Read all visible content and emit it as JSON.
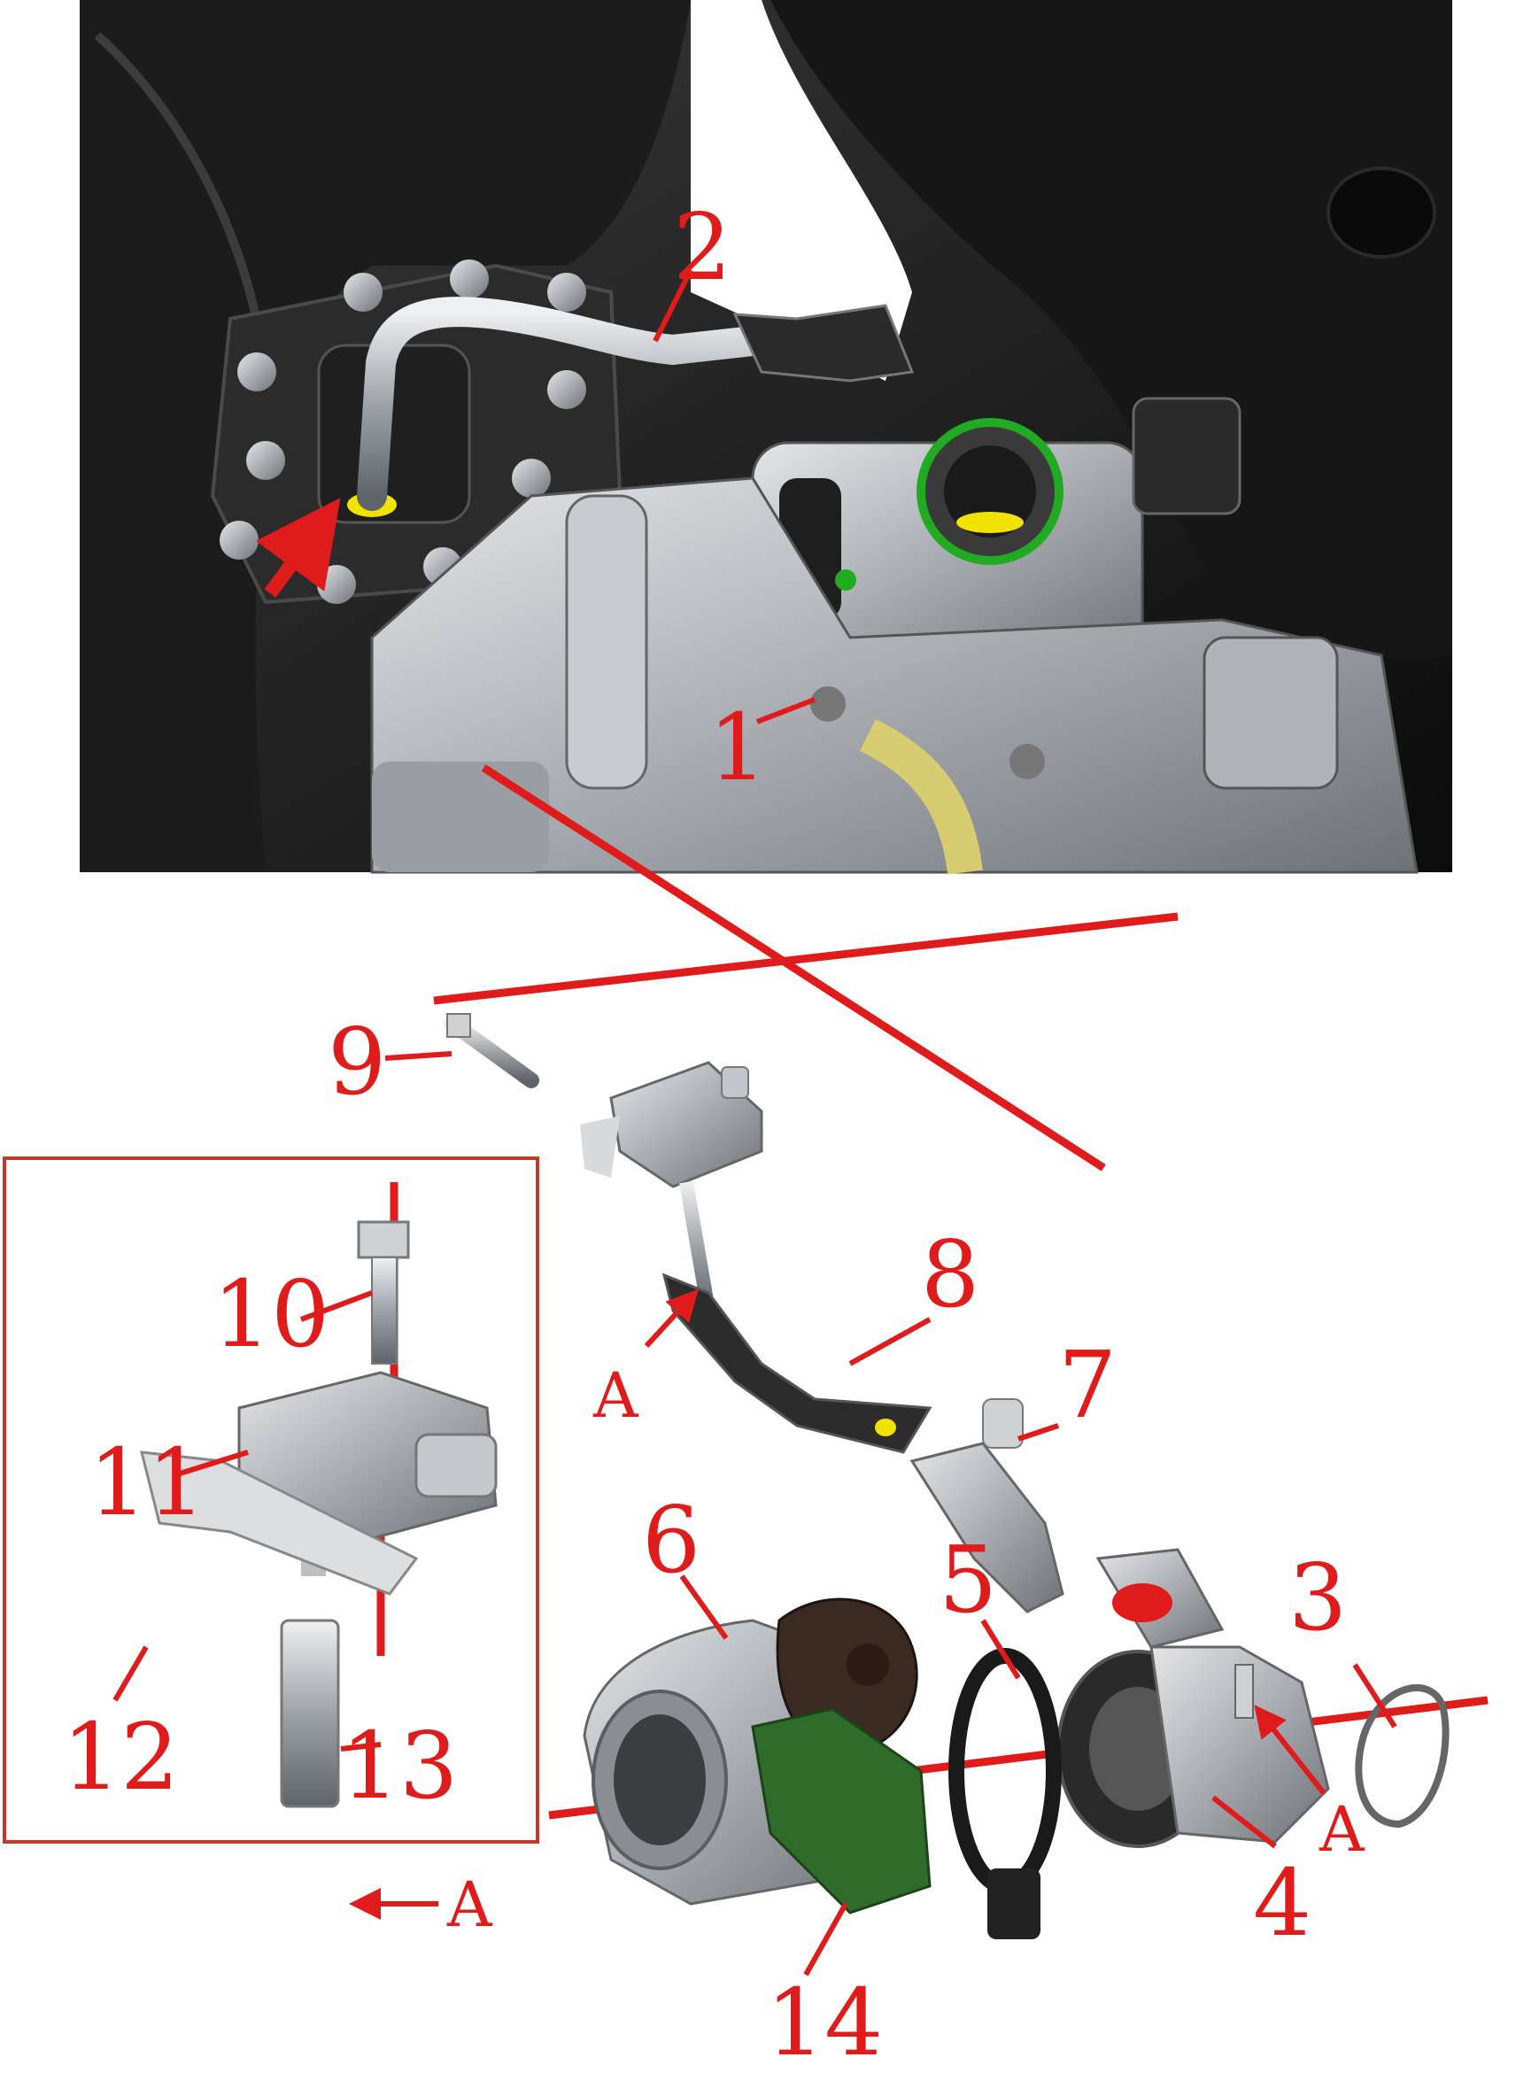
{
  "colors": {
    "callout": "#e01b1b",
    "engine_bay_bg": "#111111",
    "metal": "#b9bcc0",
    "dark_part": "#3a2a22",
    "sensor_green": "#2f6b2a",
    "seal_green": "#22aa22",
    "seal_yellow": "#f2e200",
    "box_border": "#c0392b"
  },
  "upper_view": {
    "callouts": {
      "c1": "1",
      "c2": "2"
    }
  },
  "exploded_view": {
    "callouts": {
      "c3": "3",
      "c4": "4",
      "c5": "5",
      "c6": "6",
      "c7": "7",
      "c8": "8",
      "c9": "9",
      "c10": "10",
      "c11": "11",
      "c12": "12",
      "c13": "13",
      "c14": "14"
    },
    "markers": {
      "a1": "A",
      "a2": "A",
      "a3": "A"
    }
  }
}
